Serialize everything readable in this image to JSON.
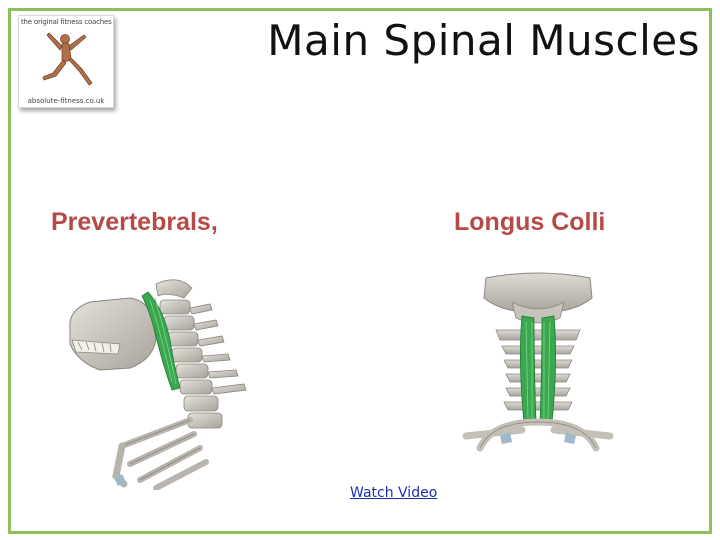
{
  "title": "Main Spinal Muscles",
  "logo": {
    "top_text": "the original fitness coaches",
    "bottom_text": "absolute-fitness.co.uk",
    "icon": "leaping-anatomy-figure"
  },
  "labels": {
    "left": "Prevertebrals,",
    "right": "Longus Colli"
  },
  "images": {
    "left": "neck-side-view-longus-colli",
    "right": "neck-front-view-longus-colli"
  },
  "link": {
    "label": "Watch Video"
  },
  "colors": {
    "frame": "#8dc05a",
    "label": "#b54a47",
    "muscle": "#3aa84e",
    "link": "#1a2fb0"
  }
}
